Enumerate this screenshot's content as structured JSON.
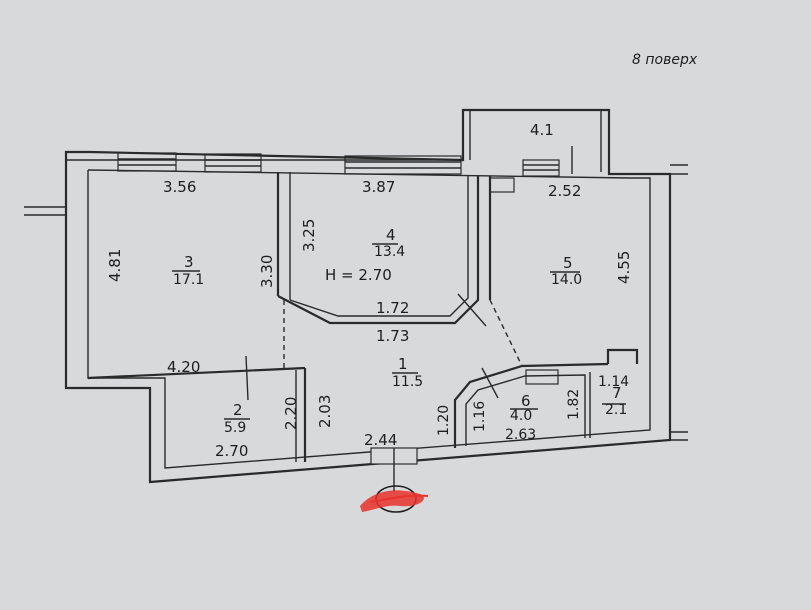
{
  "floor_label": "8 поверх",
  "ceiling_height": "H = 2.70",
  "rooms": [
    {
      "number": "1",
      "area": "11.5"
    },
    {
      "number": "2",
      "area": "5.9"
    },
    {
      "number": "3",
      "area": "17.1"
    },
    {
      "number": "4",
      "area": "13.4"
    },
    {
      "number": "5",
      "area": "14.0"
    },
    {
      "number": "6",
      "area": "4.0"
    },
    {
      "number": "7",
      "area": "2.1"
    }
  ],
  "balcony": {
    "area": "4.1"
  },
  "dimensions": {
    "room3_top": "3.56",
    "room4_top": "3.87",
    "room5_top": "2.52",
    "room3_left": "4.81",
    "room3_right": "3.30",
    "room4_left": "3.25",
    "room4_bottom_inner": "1.72",
    "corridor_top": "1.73",
    "room5_right": "4.55",
    "room3_bottom": "4.20",
    "room2_right": "2.20",
    "room2_bottom": "2.70",
    "corridor_left": "2.03",
    "entrance": "2.44",
    "corridor_right": "1.20",
    "room6_left": "1.16",
    "room6_bottom": "2.63",
    "room6_right": "1.82",
    "room7_top": "1.14"
  },
  "colors": {
    "paper": "#d7d9da",
    "ink": "#1e1e1e",
    "mark": "#e8322c"
  }
}
